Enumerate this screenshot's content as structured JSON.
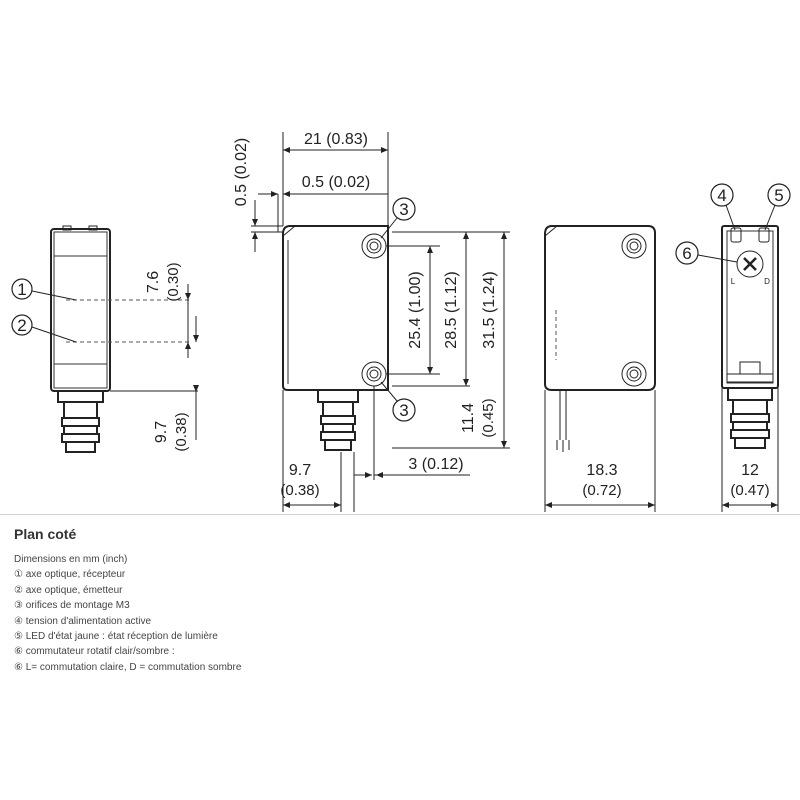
{
  "drawing": {
    "dims": {
      "d21": "21 (0.83)",
      "d05a": "0.5 (0.02)",
      "d05b": "0.5 (0.02)",
      "d76": "7.6",
      "d76in": "(0.30)",
      "d254": "25.4 (1.00)",
      "d285": "28.5 (1.12)",
      "d315": "31.5 (1.24)",
      "d114": "11.4",
      "d114in": "(0.45)",
      "d97a": "9.7",
      "d97ain": "(0.38)",
      "d97b": "9.7",
      "d97bin": "(0.38)",
      "d3": "3 (0.12)",
      "d183": "18.3",
      "d183in": "(0.72)",
      "d12": "12",
      "d12in": "(0.47)"
    },
    "callouts": {
      "c1": "1",
      "c2": "2",
      "c3a": "3",
      "c3b": "3",
      "c4": "4",
      "c5": "5",
      "c6": "6"
    },
    "switch_labels": {
      "light": "L",
      "dark": "D"
    }
  },
  "legend": {
    "title": "Plan coté",
    "subtitle": "Dimensions en mm (inch)",
    "items": [
      "① axe optique, récepteur",
      "② axe optique, émetteur",
      "③ orifices de montage M3",
      "④ tension d'alimentation active",
      "⑤ LED d'état jaune : état réception de lumière",
      "⑥ commutateur rotatif clair/sombre :",
      "⑥ L= commutation claire, D = commutation sombre"
    ]
  }
}
